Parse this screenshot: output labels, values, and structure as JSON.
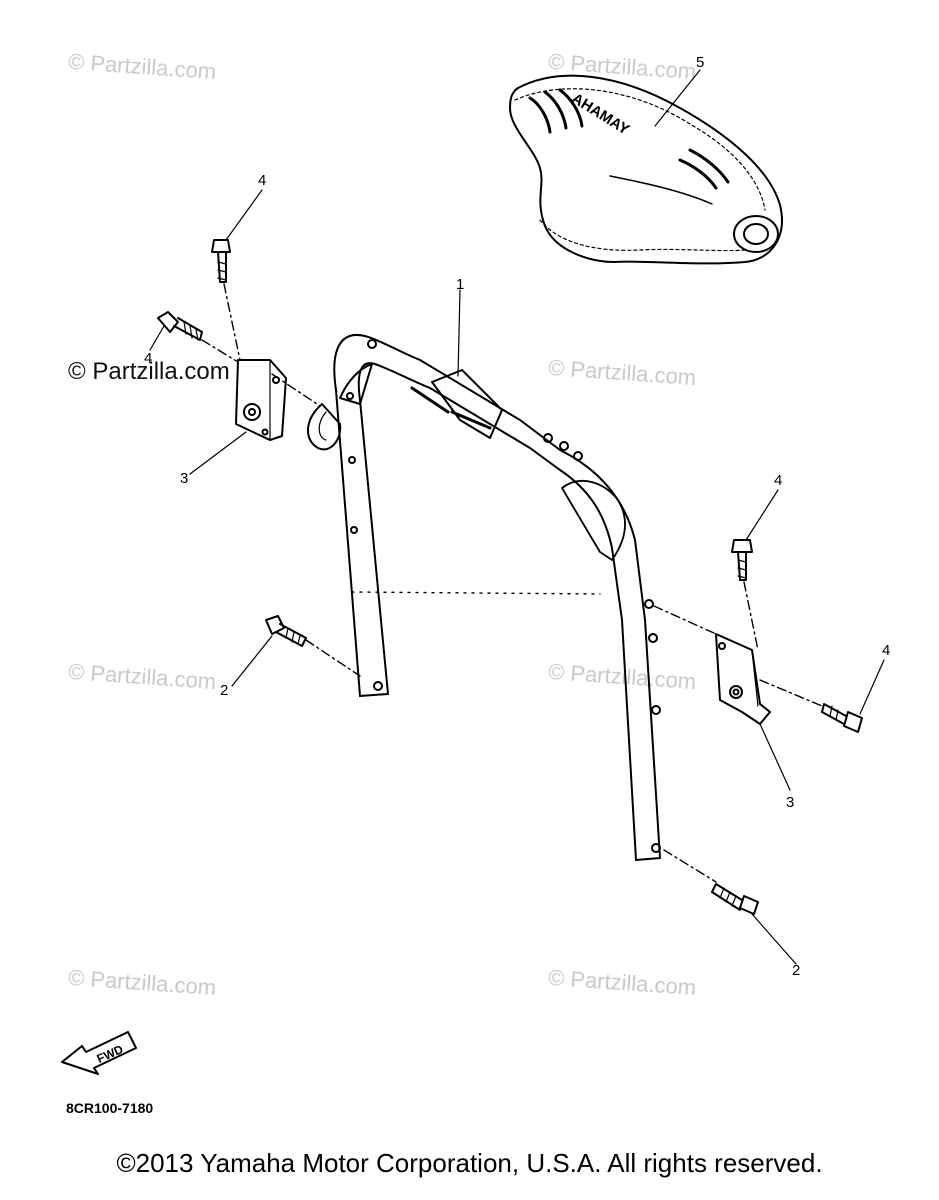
{
  "watermark": "© Partzilla.com",
  "callouts": {
    "handlebar": "1",
    "bolt_lower": "2",
    "bracket": "3",
    "bolt": "4",
    "pad": "5"
  },
  "seat_brand": "YAMAHA",
  "fwd_arrow_label": "FWD",
  "diagram_code": "8CR100-7180",
  "copyright": "©2013 Yamaha Motor Corporation, U.S.A. All rights reserved."
}
